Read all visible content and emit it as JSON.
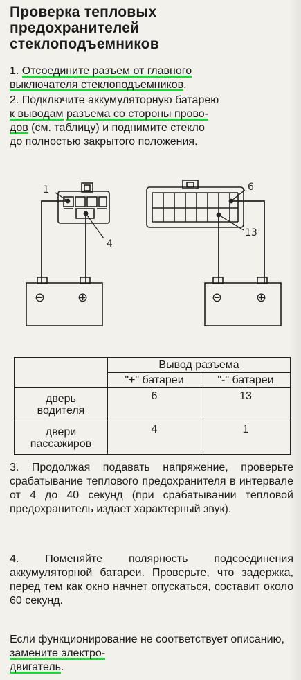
{
  "title": [
    "Проверка тепловых",
    "предохранителей",
    "стеклоподъемников"
  ],
  "steps": {
    "s1": {
      "num": "1.",
      "a": "Отсоедините разъем от главного",
      "b": "выключателя стеклоподъемников",
      "end": "."
    },
    "s2": {
      "num": "2.",
      "a": "Подключите аккумуляторную батарею",
      "b1": "к выводам",
      "b2": " ",
      "b3": "разъема со стороны прово-",
      "c1": "дов",
      "c2": " (см. таблицу) и поднимите стекло",
      "d": "до полностью закрытого положения."
    },
    "s3": "3. Продолжая подавать напряжение, проверьте срабатывание теплового предохранителя в интервале от 4 до 40 секунд (при срабатывании тепловой предохранитель издает характерный звук).",
    "s4": "4. Поменяйте полярность подсоединения аккумуляторной батареи. Проверьте, что задержка, перед тем как окно начнет опускаться, составит около 60 секунд.",
    "s5": {
      "a": "Если функционирование не соответствует описанию, ",
      "b": "замените электро-",
      "c": "двигатель",
      "end": "."
    }
  },
  "diagram": {
    "left_pin_top": "1",
    "left_pin_bottom": "4",
    "right_pin_top": "6",
    "right_pin_bottom": "13",
    "minus": "⊖",
    "plus": "⊕"
  },
  "table": {
    "header": "Вывод разъема",
    "col_plus": "\"+\" батареи",
    "col_minus": "\"-\" батареи",
    "rows": [
      {
        "label": [
          "дверь",
          "водителя"
        ],
        "plus": "6",
        "minus": "13"
      },
      {
        "label": [
          "двери",
          "пассажиров"
        ],
        "plus": "4",
        "minus": "1"
      }
    ]
  }
}
